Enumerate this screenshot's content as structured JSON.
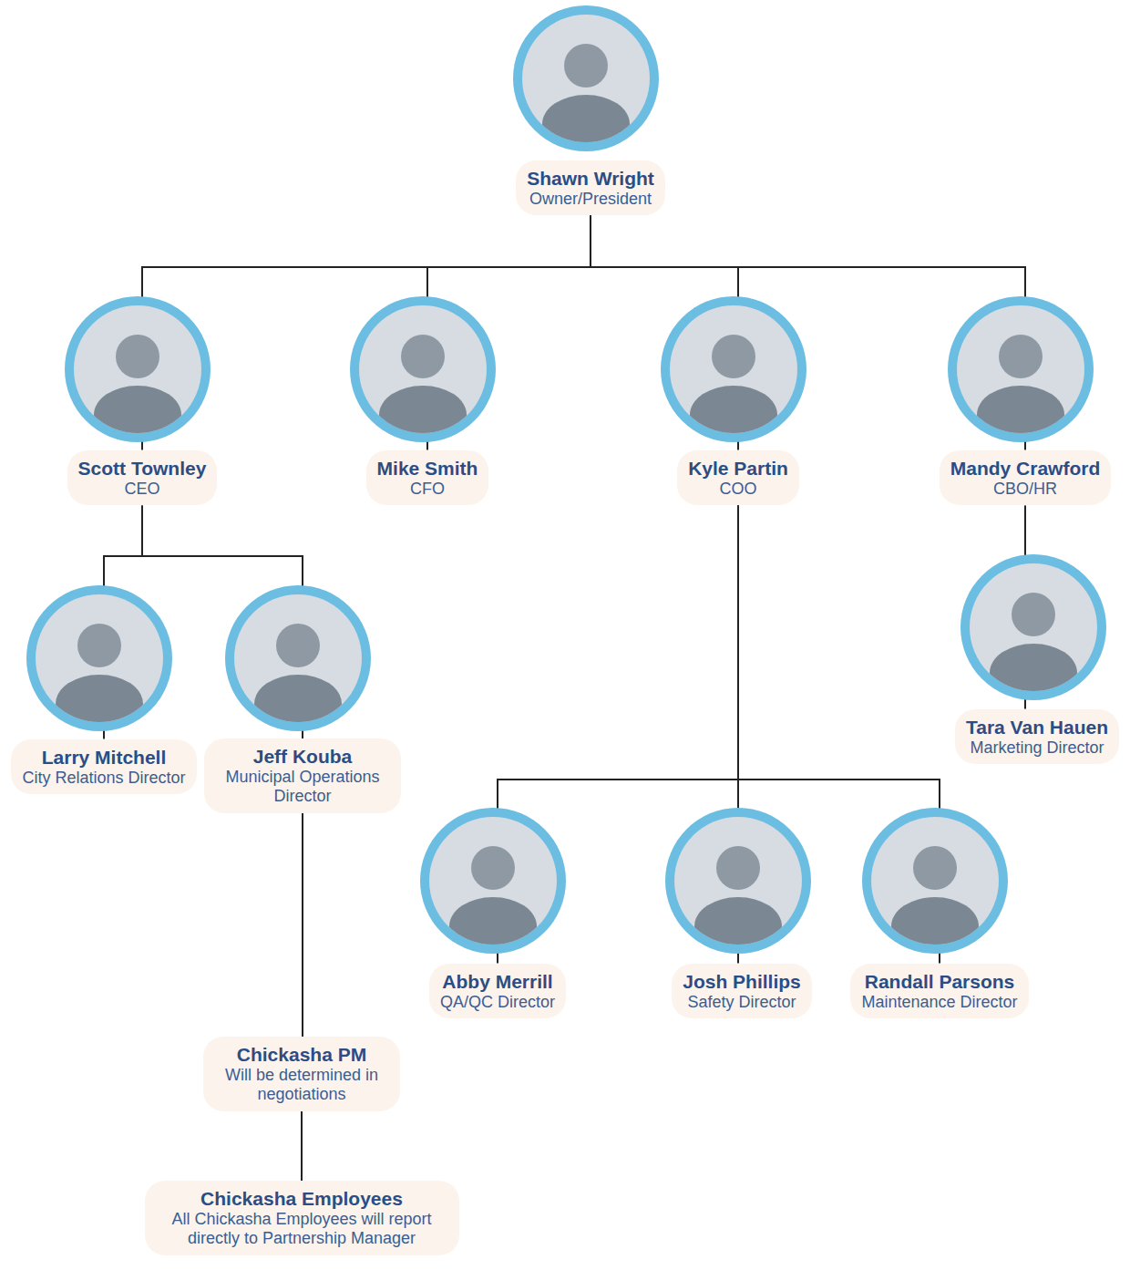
{
  "diagram": {
    "nodes": [
      {
        "text": [
          "Shawn Wright",
          "Owner/President"
        ]
      },
      {
        "text": [
          "Scott Townley",
          "CEO"
        ]
      },
      {
        "text": [
          "Mike Smith",
          "CFO"
        ]
      },
      {
        "text": [
          "Kyle Partin",
          "COO"
        ]
      },
      {
        "text": [
          "Mandy Crawford",
          "CBO/HR"
        ]
      },
      {
        "text": [
          "Larry Mitchell",
          "City Relations Director"
        ]
      },
      {
        "text": [
          "Jeff Kouba",
          "Municipal Operations Director"
        ]
      },
      {
        "text": [
          "Tara Van Hauen",
          "Marketing Director"
        ]
      },
      {
        "text": [
          "Abby Merrill",
          "QA/QC Director"
        ]
      },
      {
        "text": [
          "Josh Phillips",
          "Safety Director"
        ]
      },
      {
        "text": [
          "Randall Parsons",
          "Maintenance Director"
        ]
      },
      {
        "text": [
          "Chickasha PM",
          "Will be determined in negotiations"
        ]
      },
      {
        "text": [
          "Chickasha Employees",
          "All Chickasha Employees will report directly to Partnership Manager"
        ]
      }
    ],
    "edges": [
      {
        "from": 0,
        "to": 1,
        "arrow": "none"
      },
      {
        "from": 0,
        "to": 2,
        "arrow": "none"
      },
      {
        "from": 0,
        "to": 3,
        "arrow": "none"
      },
      {
        "from": 0,
        "to": 4,
        "arrow": "none"
      },
      {
        "from": 1,
        "to": 5,
        "arrow": "none"
      },
      {
        "from": 1,
        "to": 6,
        "arrow": "none"
      },
      {
        "from": 4,
        "to": 7,
        "arrow": "none"
      },
      {
        "from": 3,
        "to": 8,
        "arrow": "none"
      },
      {
        "from": 3,
        "to": 9,
        "arrow": "none"
      },
      {
        "from": 3,
        "to": 10,
        "arrow": "none"
      },
      {
        "from": 6,
        "to": 11,
        "arrow": "none"
      },
      {
        "from": 11,
        "to": 12,
        "arrow": "none"
      }
    ]
  }
}
